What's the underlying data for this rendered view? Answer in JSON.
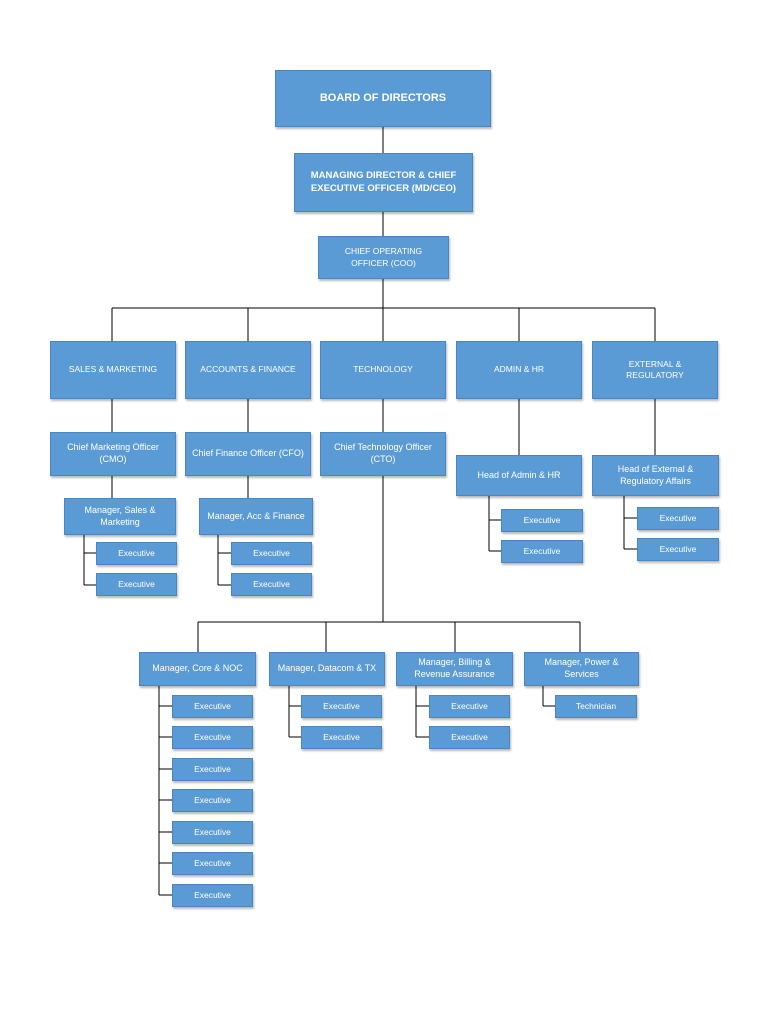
{
  "org": {
    "board": "BOARD OF DIRECTORS",
    "ceo": "MANAGING DIRECTOR & CHIEF EXECUTIVE OFFICER (MD/CEO)",
    "coo": "CHIEF OPERATING OFFICER (COO)",
    "departments": {
      "sales": "SALES & MARKETING",
      "accounts": "ACCOUNTS & FINANCE",
      "technology": "TECHNOLOGY",
      "admin": "ADMIN & HR",
      "external": "EXTERNAL & REGULATORY"
    },
    "chiefs": {
      "cmo": "Chief Marketing Officer (CMO)",
      "cfo": "Chief Finance Officer (CFO)",
      "cto": "Chief Technology Officer (CTO)",
      "admin_head": "Head of Admin & HR",
      "external_head": "Head of External & Regulatory Affairs"
    },
    "managers": {
      "sales": "Manager, Sales & Marketing",
      "finance": "Manager, Acc & Finance",
      "core": "Manager, Core & NOC",
      "datacom": "Manager, Datacom & TX",
      "billing": "Manager, Billing & Revenue Assurance",
      "power": "Manager, Power & Services"
    },
    "staff": {
      "executive": "Executive",
      "technician": "Technician"
    }
  },
  "colors": {
    "box_fill": "#5b9bd5",
    "box_border": "#4a86bf",
    "text": "#ffffff",
    "connector": "#000000"
  }
}
